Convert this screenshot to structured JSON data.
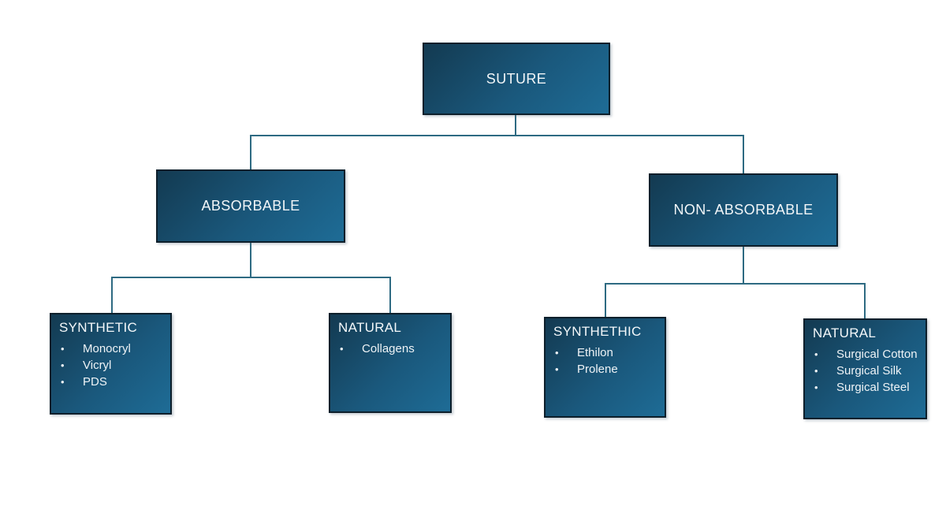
{
  "diagram": {
    "bullet": "•",
    "nodes": {
      "suture": {
        "label": "SUTURE"
      },
      "absorbable": {
        "label": "ABSORBABLE"
      },
      "non_absorbable": {
        "label": "NON- ABSORBABLE"
      },
      "synthetic_absorbable": {
        "label": "SYNTHETIC",
        "items": [
          "Monocryl",
          "Vicryl",
          "PDS"
        ]
      },
      "natural_absorbable": {
        "label": "NATURAL",
        "items": [
          "Collagens"
        ]
      },
      "synthetic_non_absorbable": {
        "label": "SYNTHETHIC",
        "items": [
          "Ethilon",
          "Prolene"
        ]
      },
      "natural_non_absorbable": {
        "label": "NATURAL",
        "items": [
          "Surgical Cotton",
          "Surgical Silk",
          "Surgical Steel"
        ]
      }
    },
    "colors": {
      "box_gradient_start": "#133A51",
      "box_gradient_end": "#1E6C96",
      "box_border": "#0D1F2B",
      "connector": "#2E6A82",
      "text": "#F2F6F8",
      "background": "#FFFFFF"
    }
  }
}
